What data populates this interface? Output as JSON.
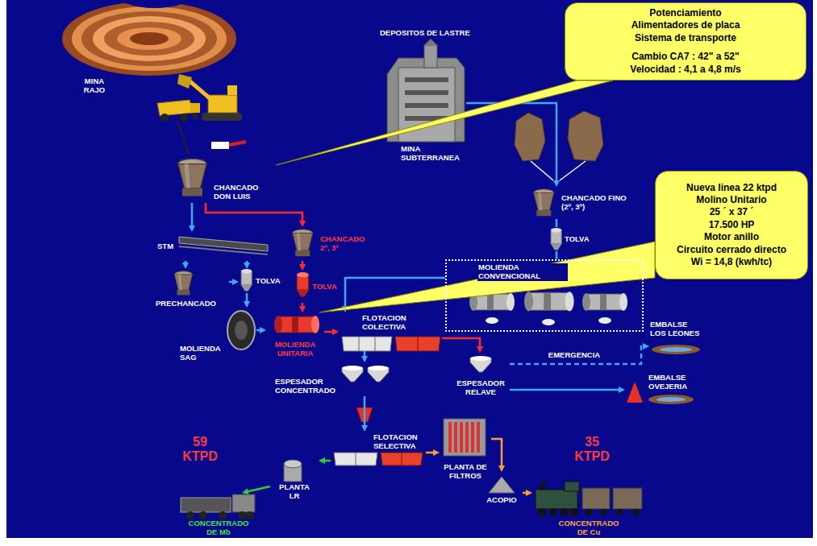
{
  "diagram": {
    "nodes": [
      {
        "text": [
          "MINA RAJO"
        ]
      },
      {
        "text": [
          "Potenciamiento",
          "Alimentadores de placa",
          "Sistema de transporte",
          "Cambio CA7 : 42\" a 52\"",
          "Velocidad : 4,1 a 4,8 m/s"
        ]
      },
      {
        "text": [
          "MINA SUBTERRANEA"
        ]
      },
      {
        "text": [
          "CHANCADO DON LUIS"
        ]
      },
      {
        "text": [
          "CHANCADO 2º, 3º"
        ]
      },
      {
        "text": [
          "CHANCADO FINO (2º, 3º)"
        ]
      },
      {
        "text": [
          "Nueva linea 22 ktpd",
          "Molino Unitario",
          "25 ´ x 37 ´",
          "17.500 HP",
          "Motor anillo",
          "Circuito cerrado directo",
          "Wi = 14,8 (kwh/tc)"
        ]
      },
      {
        "text": [
          "STM"
        ]
      },
      {
        "text": [
          "TOLVA"
        ]
      },
      {
        "text": [
          "TOLVA"
        ]
      },
      {
        "text": [
          "PRECHANCADO"
        ]
      },
      {
        "text": [
          "MOLIENDA CONVENCIONAL"
        ]
      },
      {
        "text": [
          "TOLVA"
        ]
      },
      {
        "text": [
          "MOLIENDA SAG"
        ]
      },
      {
        "text": [
          "MOLIENDA UNITARIA"
        ]
      },
      {
        "text": [
          "FLOTACION COLECTIVA"
        ]
      },
      {
        "text": [
          "EMBALSE LOS LEONES"
        ]
      },
      {
        "text": [
          "ESPESADOR CONCENTRADO"
        ]
      },
      {
        "text": [
          "ESPESADOR RELAVE"
        ]
      },
      {
        "text": [
          "EMBALSE OVEJERIA"
        ]
      },
      {
        "text": [
          "FLOTACION SELECTIVA"
        ]
      },
      {
        "text": [
          "PLANTA DE FILTROS"
        ]
      },
      {
        "text": [
          "PLANTA LR"
        ]
      },
      {
        "text": [
          "ACOPIO"
        ]
      },
      {
        "text": [
          "CONCENTRADO DE Mb"
        ]
      },
      {
        "text": [
          "CONCENTRADO DE Cu"
        ]
      }
    ],
    "edges": [
      {
        "from": 2,
        "to": 5,
        "arrow": "to"
      },
      {
        "from": 3,
        "to": 7,
        "arrow": "to"
      },
      {
        "from": 3,
        "to": 4,
        "arrow": "to"
      },
      {
        "from": 7,
        "to": 10,
        "arrow": "to"
      },
      {
        "from": 7,
        "to": 8,
        "arrow": "to"
      },
      {
        "from": 10,
        "to": 8,
        "arrow": "to"
      },
      {
        "from": 4,
        "to": 9,
        "arrow": "to"
      },
      {
        "from": 5,
        "to": 12,
        "arrow": "none"
      },
      {
        "from": 12,
        "to": 11,
        "arrow": "none"
      },
      {
        "from": 8,
        "to": 13,
        "arrow": "to"
      },
      {
        "from": 9,
        "to": 14,
        "arrow": "to"
      },
      {
        "from": 13,
        "to": 14,
        "arrow": "to"
      },
      {
        "from": 11,
        "to": 15,
        "arrow": "to"
      },
      {
        "from": 14,
        "to": 15,
        "arrow": "to"
      },
      {
        "from": 15,
        "to": 17,
        "arrow": "to"
      },
      {
        "from": 15,
        "to": 18,
        "arrow": "to"
      },
      {
        "from": 18,
        "to": 16,
        "arrow": "to",
        "label": "EMERGENCIA"
      },
      {
        "from": 18,
        "to": 19,
        "arrow": "to"
      },
      {
        "from": 17,
        "to": 20,
        "arrow": "to"
      },
      {
        "from": 20,
        "to": 21,
        "arrow": "to"
      },
      {
        "from": 21,
        "to": 23,
        "arrow": "to"
      },
      {
        "from": 23,
        "to": 25,
        "arrow": "to"
      },
      {
        "from": 20,
        "to": 22,
        "arrow": "to"
      },
      {
        "from": 22,
        "to": 24,
        "arrow": "to"
      },
      {
        "from": 1,
        "to": 3,
        "arrow": "none"
      },
      {
        "from": 6,
        "to": 14,
        "arrow": "none"
      }
    ],
    "labels": [
      "DEPOSITOS DE LASTRE",
      "59 KTPD",
      "35 KTPD"
    ]
  }
}
